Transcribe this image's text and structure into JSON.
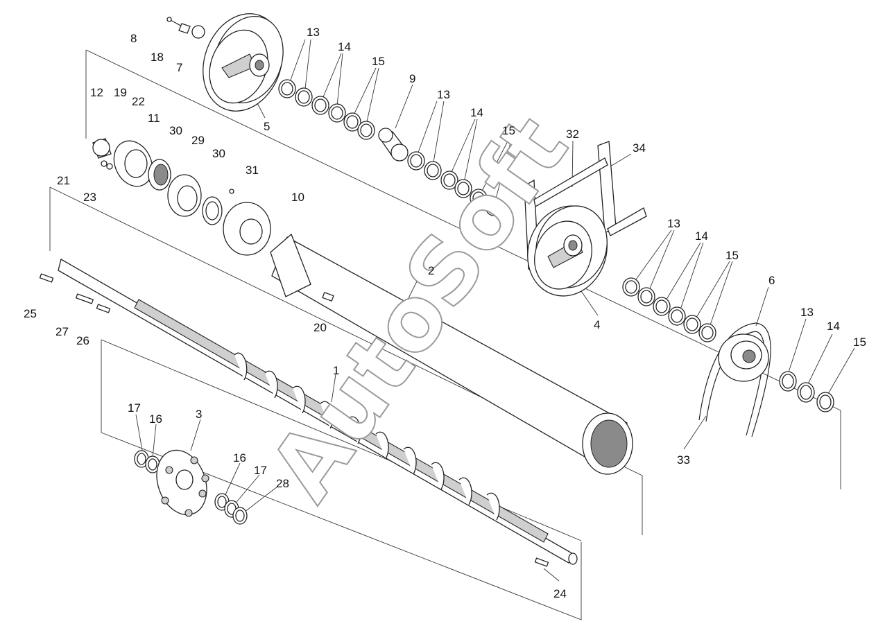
{
  "labels": [
    "8",
    "18",
    "7",
    "13",
    "14",
    "15",
    "5",
    "9",
    "13",
    "14",
    "15",
    "32",
    "34",
    "12",
    "19",
    "22",
    "11",
    "30",
    "29",
    "30",
    "31",
    "10",
    "21",
    "23",
    "2",
    "13",
    "14",
    "15",
    "6",
    "13",
    "14",
    "15",
    "4",
    "25",
    "27",
    "26",
    "20",
    "1",
    "33",
    "17",
    "16",
    "3",
    "16",
    "17",
    "28",
    "24"
  ],
  "watermark": "AutoSoft"
}
